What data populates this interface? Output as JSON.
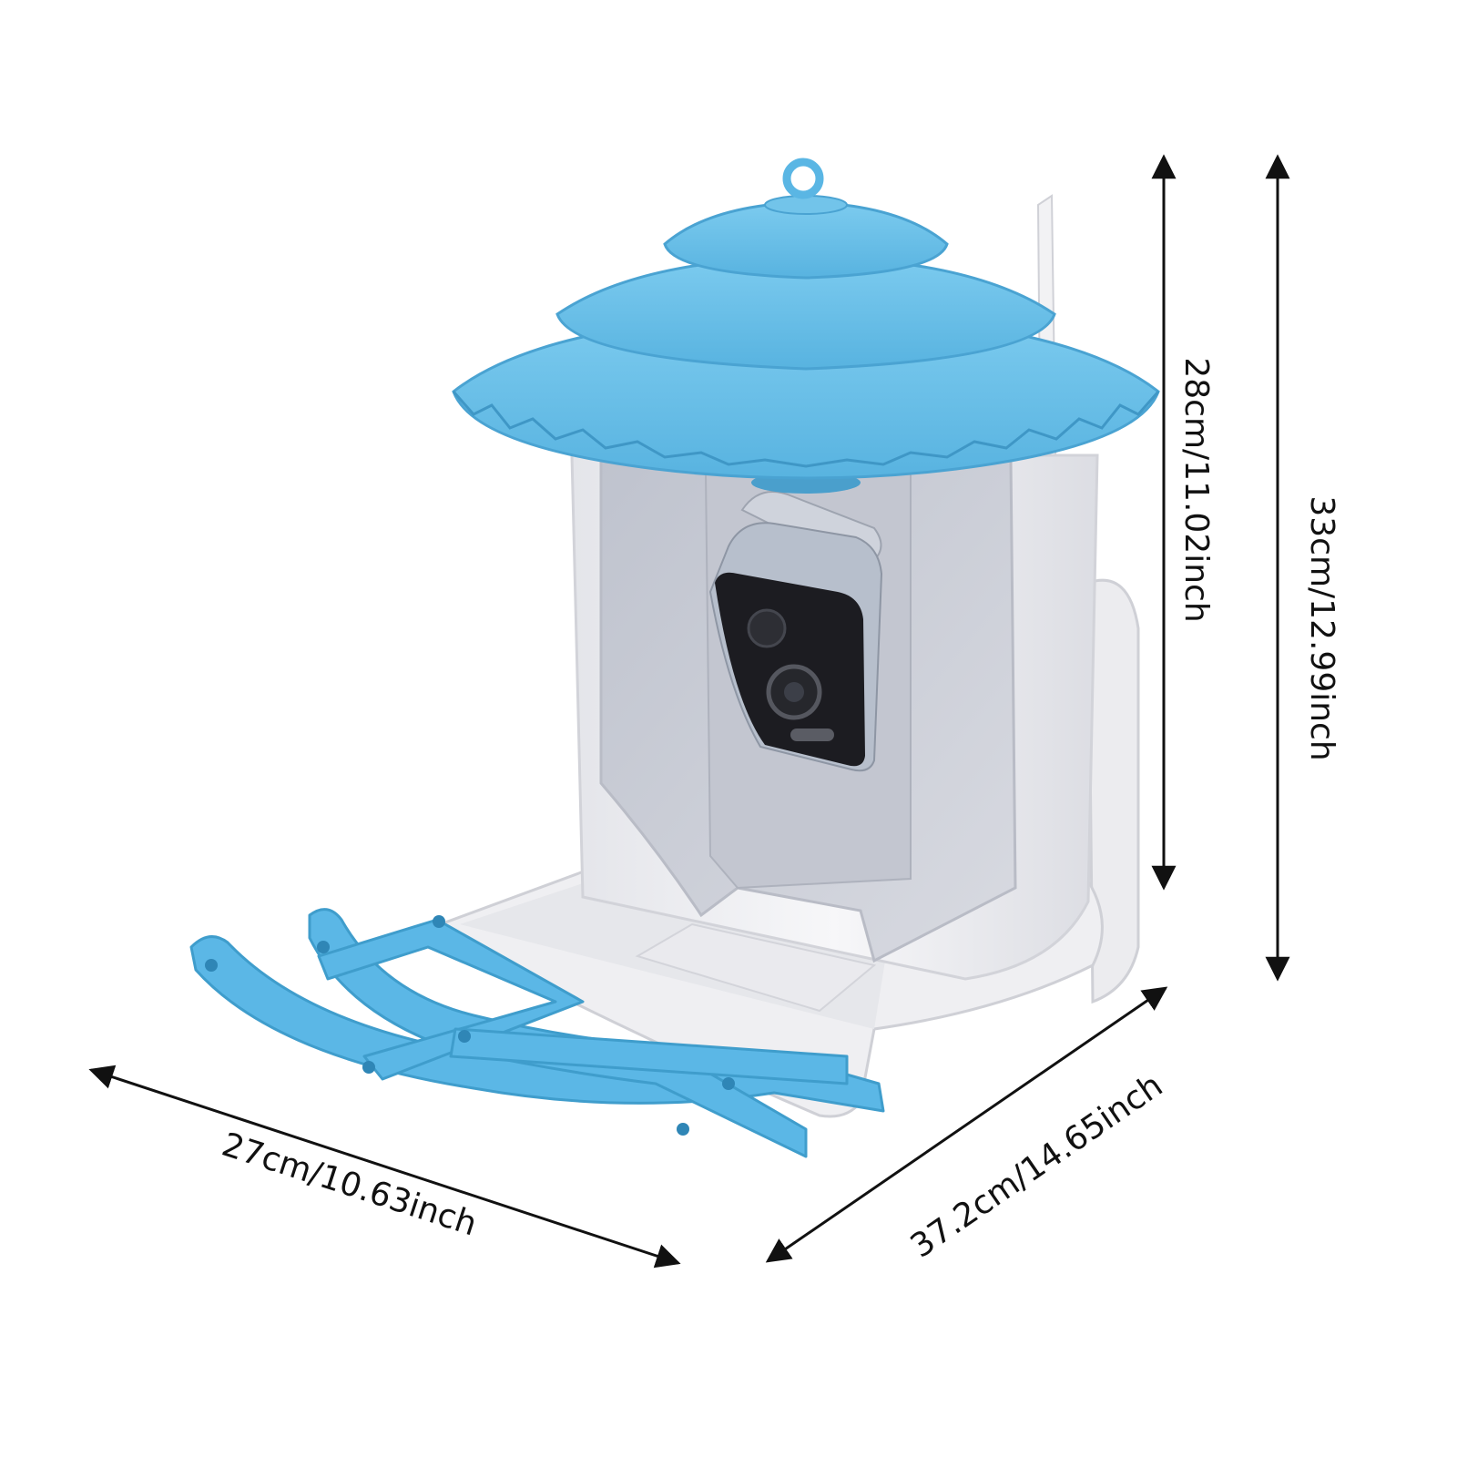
{
  "dimensions": {
    "width_label": "27cm/10.63inch",
    "depth_label": "37.2cm/14.65inch",
    "body_height_label": "28cm/11.02inch",
    "total_height_label": "33cm/12.99inch"
  },
  "colors": {
    "roof": "#6cc3ea",
    "roof_shadow": "#4aa7d4",
    "perch": "#5bb7e6",
    "body": "#f1f1f3",
    "body_shade": "#d7d8de",
    "panel": "#c9ccd6",
    "camera": "#bcc3cf",
    "camera_face": "#1b1b1f",
    "arrow": "#111111"
  }
}
